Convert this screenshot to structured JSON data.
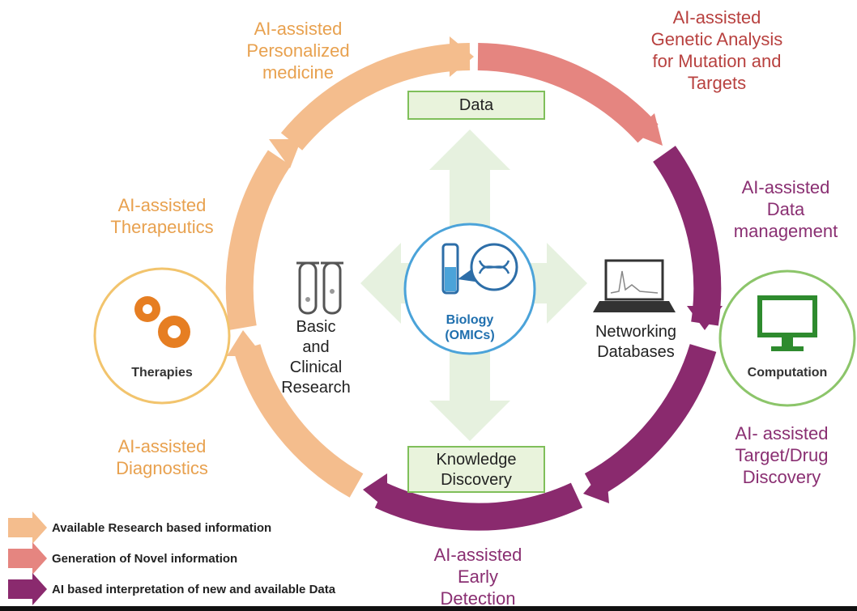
{
  "labels": {
    "personalized": "AI-assisted\nPersonalized\nmedicine",
    "genetic": "AI-assisted\nGenetic Analysis\nfor Mutation and\nTargets",
    "data_mgmt": "AI-assisted\nData\nmanagement",
    "target_drug": "AI- assisted\nTarget/Drug\nDiscovery",
    "early_detection": "AI-assisted\nEarly\nDetection",
    "diagnostics": "AI-assisted\nDiagnostics",
    "therapeutics": "AI-assisted\nTherapeutics"
  },
  "boxes": {
    "data": "Data",
    "knowledge": "Knowledge\nDiscovery"
  },
  "center": {
    "label": "Biology\n(OMICs)",
    "left": "Basic\nand\nClinical\nResearch",
    "right": "Networking\nDatabases"
  },
  "nodes": {
    "therapies": "Therapies",
    "computation": "Computation"
  },
  "legend": [
    {
      "text": "Available Research based information",
      "color": "#f4bd8d"
    },
    {
      "text": "Generation of Novel information",
      "color": "#e58580"
    },
    {
      "text": "AI based interpretation of new and available Data",
      "color": "#8a2a6e"
    }
  ],
  "colors": {
    "orange_arrow": "#f4bd8d",
    "red_arrow": "#e58580",
    "purple_arrow": "#8a2a6e",
    "green": "#8cc56a",
    "blue": "#4ba3d9"
  },
  "icons": [
    "gears-icon",
    "monitor-icon",
    "test-tubes-icon",
    "laptop-chart-icon",
    "dna-flask-icon"
  ]
}
